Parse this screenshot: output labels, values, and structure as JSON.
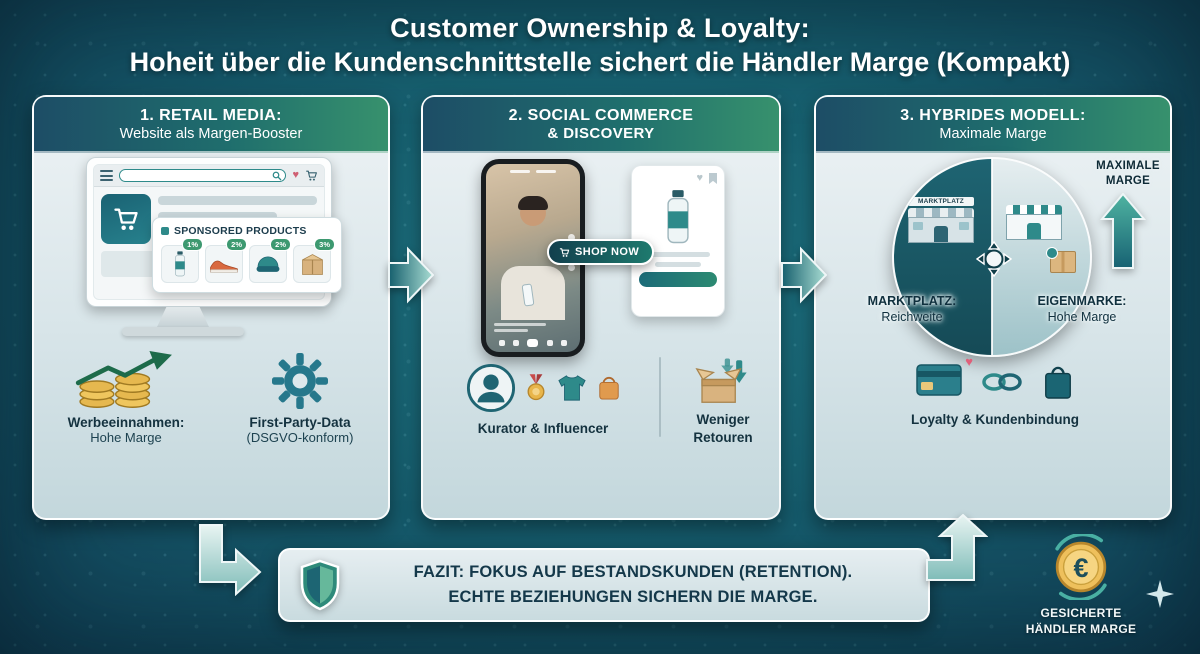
{
  "title": {
    "line1": "Customer Ownership & Loyalty:",
    "line2": "Hoheit über die Kundenschnittstelle sichert die Händler Marge (Kompakt)"
  },
  "panel1": {
    "header1": "1. RETAIL MEDIA:",
    "header2": "Website als Margen-Booster",
    "sponsored_label": "SPONSORED PRODUCTS",
    "badges": [
      "1%",
      "2%",
      "2%",
      "3%"
    ],
    "stat1_title": "Werbeeinnahmen:",
    "stat1_sub": "Hohe Marge",
    "stat2_title": "First-Party-Data",
    "stat2_sub": "(DSGVO-konform)"
  },
  "panel2": {
    "header1": "2. SOCIAL COMMERCE",
    "header2": "& DISCOVERY",
    "shop_now": "SHOP NOW",
    "kurator_label": "Kurator & Influencer",
    "retouren_line1": "Weniger",
    "retouren_line2": "Retouren"
  },
  "panel3": {
    "header1": "3. HYBRIDES MODELL:",
    "header2": "Maximale Marge",
    "max_line1": "MAXIMALE",
    "max_line2": "MARGE",
    "marktplatz_sign": "MARKTPLATZ",
    "left_title": "MARKTPLATZ:",
    "left_sub": "Reichweite",
    "right_title": "EIGENMARKE:",
    "right_sub": "Hohe Marge",
    "loyalty_label": "Loyalty & Kundenbindung"
  },
  "footer": {
    "fazit_line1": "FAZIT: FOKUS AUF BESTANDSKUNDEN (RETENTION).",
    "fazit_line2": "ECHTE BEZIEHUNGEN SICHERN DIE MARGE.",
    "secured_line1": "GESICHERTE",
    "secured_line2": "HÄNDLER MARGE",
    "euro_symbol": "€"
  },
  "icons": {
    "heart": "♥"
  },
  "colors": {
    "background_teal": "#135a6a",
    "accent_teal": "#2e8a8a",
    "dark_navy": "#14384a",
    "gold": "#e6b84f",
    "badge_green": "#3d9970"
  }
}
